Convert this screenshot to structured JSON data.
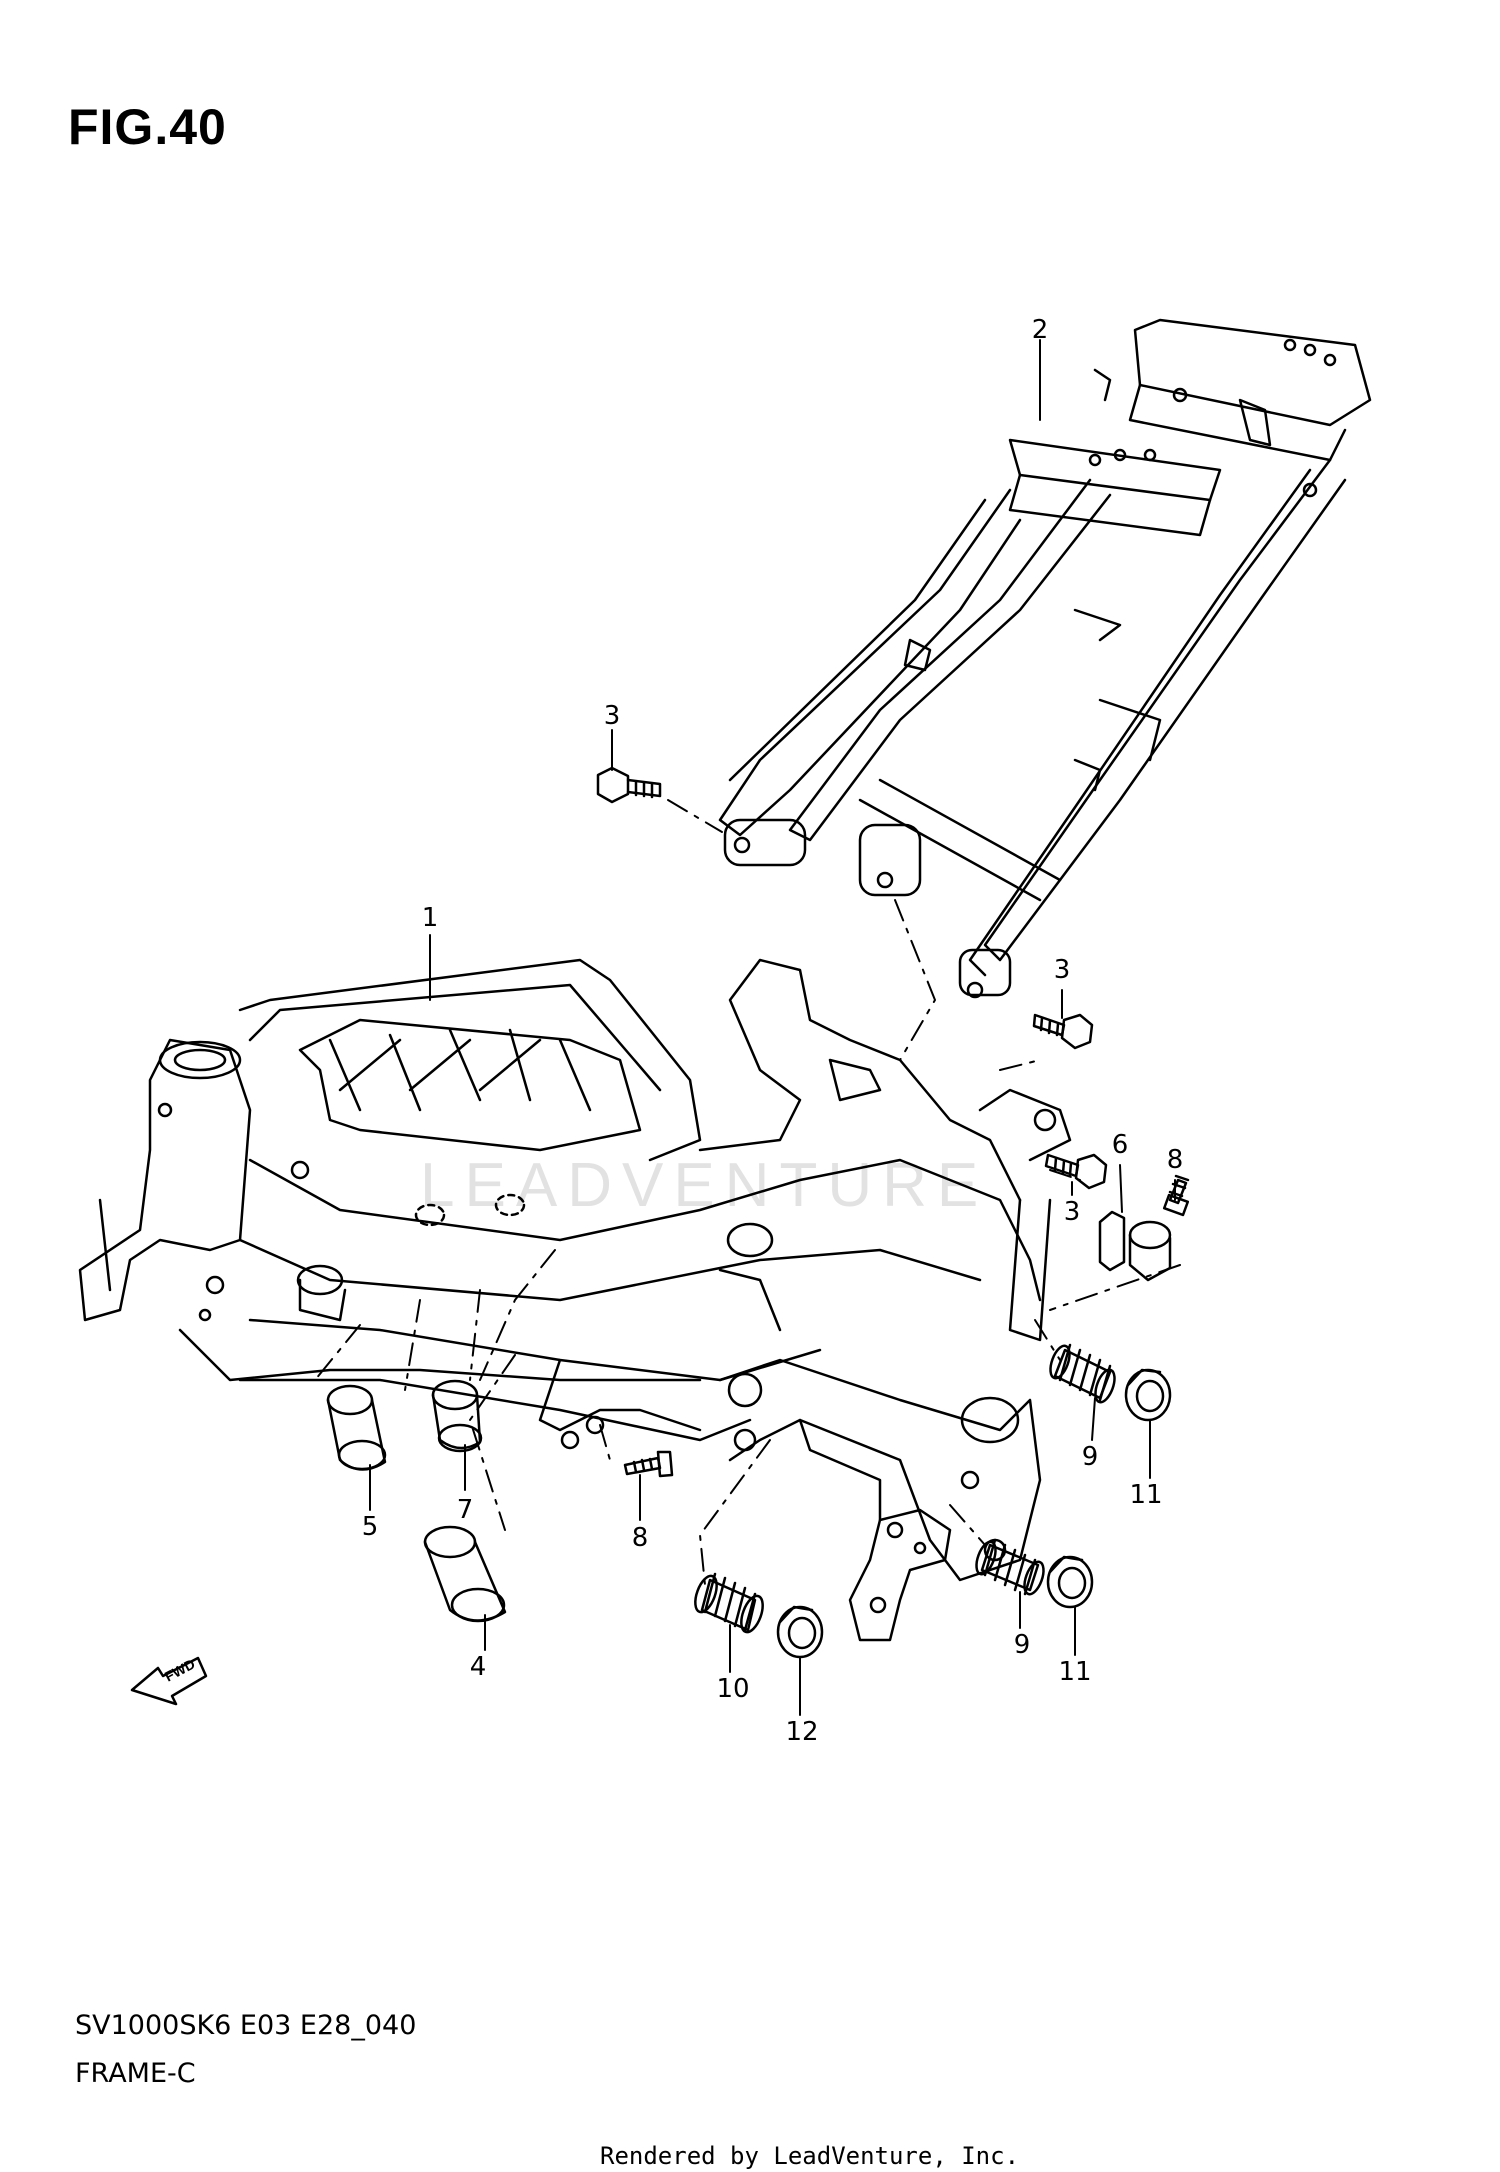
{
  "figure": {
    "title": "FIG.40",
    "code": "SV1000SK6 E03 E28_040",
    "subtitle": "FRAME-C",
    "footer": "Rendered by LeadVenture, Inc.",
    "watermark": "LEADVENTURE",
    "fwd_label": "FWD"
  },
  "callouts": [
    "1",
    "2",
    "3",
    "3",
    "3",
    "4",
    "5",
    "6",
    "7",
    "8",
    "8",
    "9",
    "9",
    "10",
    "11",
    "11",
    "12"
  ]
}
